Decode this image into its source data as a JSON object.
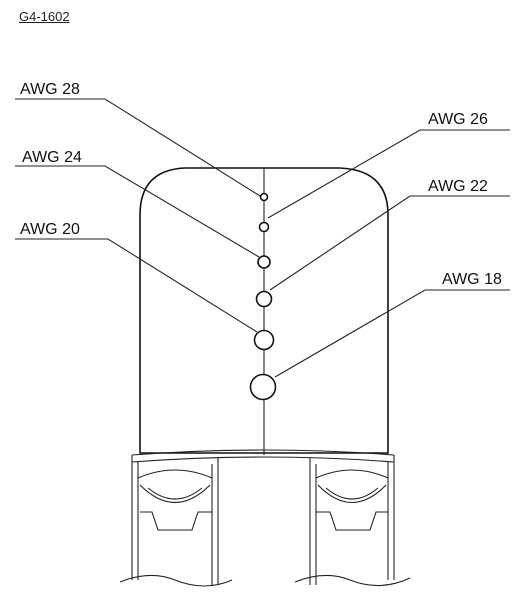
{
  "part_number": "G4-1602",
  "wire_sizes": [
    {
      "label": "AWG 28"
    },
    {
      "label": "AWG 26"
    },
    {
      "label": "AWG 24"
    },
    {
      "label": "AWG 22"
    },
    {
      "label": "AWG 20"
    },
    {
      "label": "AWG 18"
    }
  ]
}
